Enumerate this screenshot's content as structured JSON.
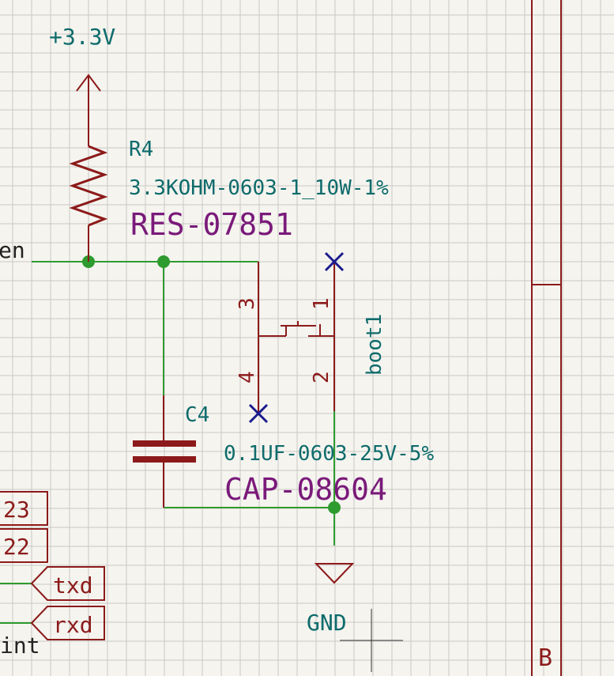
{
  "colors": {
    "background": "#f5f4ef",
    "grid": "#c9c9c4",
    "wire": "#2e9b2e",
    "component": "#8c1a1a",
    "text_teal": "#0e6b6b",
    "text_purple": "#7a1a7a",
    "no_connect": "#1a1a8c",
    "junction": "#2e9b2e"
  },
  "schematic": {
    "power": {
      "label": "+3.3V"
    },
    "ground": {
      "label": "GND"
    },
    "resistor": {
      "ref": "R4",
      "value": "3.3KOHM-0603-1_10W-1%",
      "part": "RES-07851"
    },
    "capacitor": {
      "ref": "C4",
      "value": "0.1UF-0603-25V-5%",
      "part": "CAP-08604"
    },
    "switch": {
      "ref": "boot1",
      "pins": [
        "1",
        "2",
        "3",
        "4"
      ]
    },
    "net_labels": {
      "en": "en",
      "int": "int",
      "txd": "txd",
      "rxd": "rxd",
      "io23": "23",
      "io22": "22"
    },
    "sheet_marker": "B"
  }
}
